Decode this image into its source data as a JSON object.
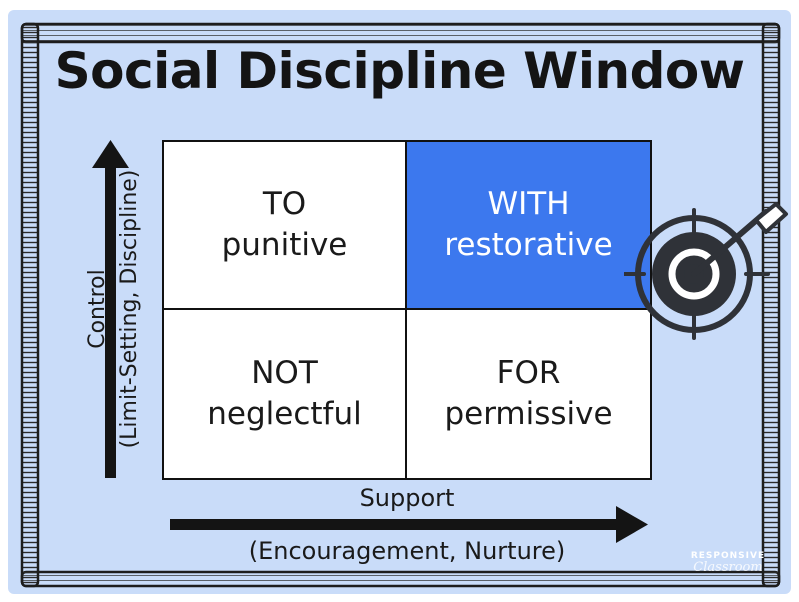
{
  "title": "Social Discipline Window",
  "colors": {
    "background": "#c9dcf9",
    "highlight": "#3c78ee",
    "ink": "#141414"
  },
  "y_axis": {
    "label": "Control",
    "sublabel": "(Limit-Setting, Discipline)"
  },
  "x_axis": {
    "label": "Support",
    "sublabel": "(Encouragement, Nurture)"
  },
  "quadrants": {
    "top_left": {
      "line1": "TO",
      "line2": "punitive"
    },
    "top_right": {
      "line1": "WITH",
      "line2": "restorative"
    },
    "bottom_left": {
      "line1": "NOT",
      "line2": "neglectful"
    },
    "bottom_right": {
      "line1": "FOR",
      "line2": "permissive"
    }
  },
  "icons": {
    "target": "target-with-arrow-icon"
  },
  "watermark": {
    "top": "RESPONSIVE",
    "bottom": "Classroom"
  }
}
